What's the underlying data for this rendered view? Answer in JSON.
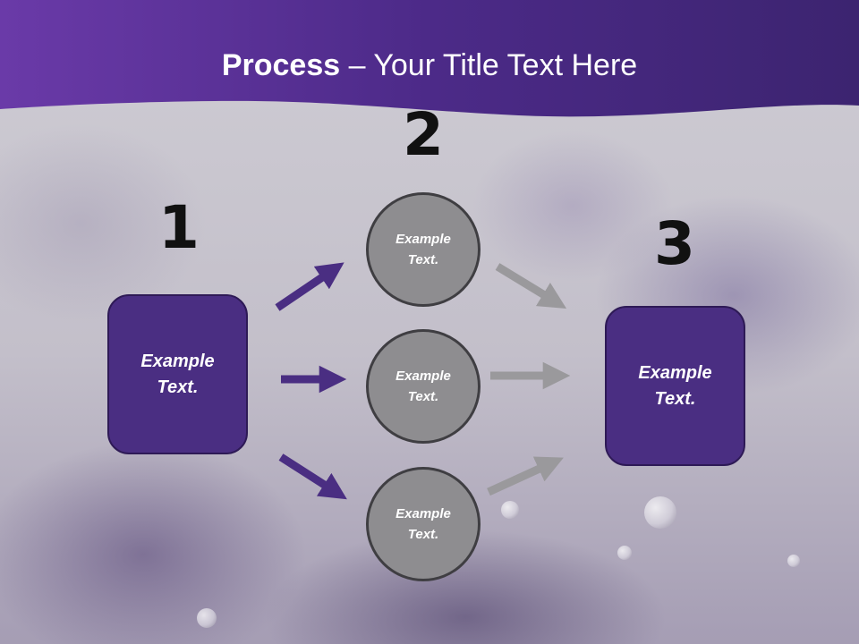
{
  "title": {
    "bold": "Process",
    "rest": " – Your Title Text Here"
  },
  "steps": [
    {
      "number": "1"
    },
    {
      "number": "2"
    },
    {
      "number": "3"
    }
  ],
  "boxes": {
    "left": {
      "line1": "Example",
      "line2": "Text."
    },
    "right": {
      "line1": "Example",
      "line2": "Text."
    }
  },
  "circles": [
    {
      "line1": "Example",
      "line2": "Text."
    },
    {
      "line1": "Example",
      "line2": "Text."
    },
    {
      "line1": "Example",
      "line2": "Text."
    }
  ],
  "colors": {
    "header": "#4a2a84",
    "box_fill": "#4a2e82",
    "circle_fill": "#8e8d90",
    "arrow_in": "#4a2e82",
    "arrow_out": "#9a999c"
  }
}
